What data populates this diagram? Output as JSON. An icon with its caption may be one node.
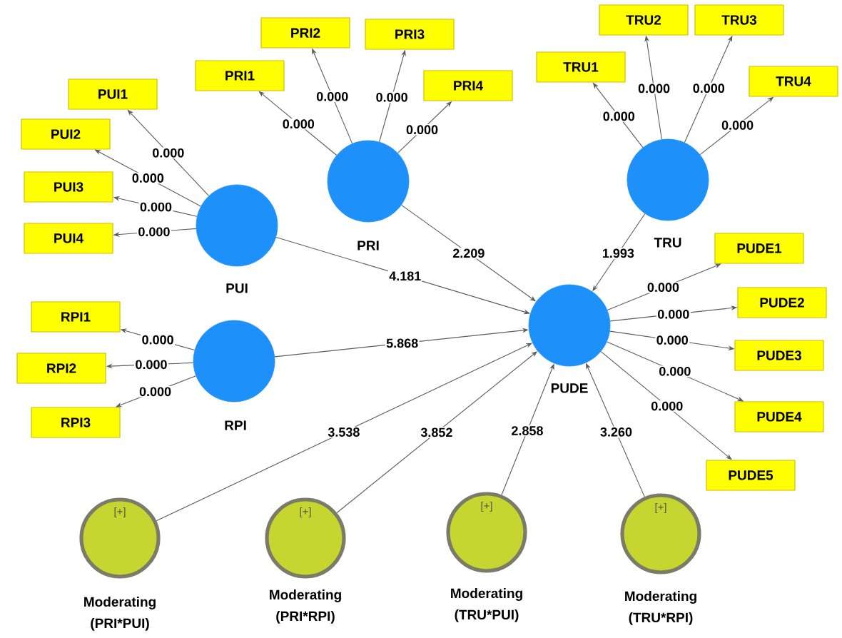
{
  "diagram": {
    "nodes": [
      {
        "text": [
          "PUI"
        ]
      },
      {
        "text": [
          "PUI1"
        ]
      },
      {
        "text": [
          "PUI2"
        ]
      },
      {
        "text": [
          "PUI3"
        ]
      },
      {
        "text": [
          "PUI4"
        ]
      },
      {
        "text": [
          "PRI"
        ]
      },
      {
        "text": [
          "PRI1"
        ]
      },
      {
        "text": [
          "PRI2"
        ]
      },
      {
        "text": [
          "PRI3"
        ]
      },
      {
        "text": [
          "PRI4"
        ]
      },
      {
        "text": [
          "TRU"
        ]
      },
      {
        "text": [
          "TRU1"
        ]
      },
      {
        "text": [
          "TRU2"
        ]
      },
      {
        "text": [
          "TRU3"
        ]
      },
      {
        "text": [
          "TRU4"
        ]
      },
      {
        "text": [
          "RPI"
        ]
      },
      {
        "text": [
          "RPI1"
        ]
      },
      {
        "text": [
          "RPI2"
        ]
      },
      {
        "text": [
          "RPI3"
        ]
      },
      {
        "text": [
          "PUDE"
        ]
      },
      {
        "text": [
          "PUDE1"
        ]
      },
      {
        "text": [
          "PUDE2"
        ]
      },
      {
        "text": [
          "PUDE3"
        ]
      },
      {
        "text": [
          "PUDE4"
        ]
      },
      {
        "text": [
          "PUDE5"
        ]
      },
      {
        "text": [
          "[+]",
          "Moderating (PRI*PUI)"
        ]
      },
      {
        "text": [
          "[+]",
          "Moderating (PRI*RPI)"
        ]
      },
      {
        "text": [
          "[+]",
          "Moderating (TRU*PUI)"
        ]
      },
      {
        "text": [
          "[+]",
          "Moderating (TRU*RPI)"
        ]
      }
    ],
    "edges": [
      {
        "from": 0,
        "to": 1,
        "arrow": "to",
        "label": "0.000"
      },
      {
        "from": 0,
        "to": 2,
        "arrow": "to",
        "label": "0.000"
      },
      {
        "from": 0,
        "to": 3,
        "arrow": "to",
        "label": "0.000"
      },
      {
        "from": 0,
        "to": 4,
        "arrow": "to",
        "label": "0.000"
      },
      {
        "from": 5,
        "to": 6,
        "arrow": "to",
        "label": "0.000"
      },
      {
        "from": 5,
        "to": 7,
        "arrow": "to",
        "label": "0.000"
      },
      {
        "from": 5,
        "to": 8,
        "arrow": "to",
        "label": "0.000"
      },
      {
        "from": 5,
        "to": 9,
        "arrow": "to",
        "label": "0.000"
      },
      {
        "from": 10,
        "to": 11,
        "arrow": "to",
        "label": "0.000"
      },
      {
        "from": 10,
        "to": 12,
        "arrow": "to",
        "label": "0.000"
      },
      {
        "from": 10,
        "to": 13,
        "arrow": "to",
        "label": "0.000"
      },
      {
        "from": 10,
        "to": 14,
        "arrow": "to",
        "label": "0.000"
      },
      {
        "from": 15,
        "to": 16,
        "arrow": "to",
        "label": "0.000"
      },
      {
        "from": 15,
        "to": 17,
        "arrow": "to",
        "label": "0.000"
      },
      {
        "from": 15,
        "to": 18,
        "arrow": "to",
        "label": "0.000"
      },
      {
        "from": 19,
        "to": 20,
        "arrow": "to",
        "label": "0.000"
      },
      {
        "from": 19,
        "to": 21,
        "arrow": "to",
        "label": "0.000"
      },
      {
        "from": 19,
        "to": 22,
        "arrow": "to",
        "label": "0.000"
      },
      {
        "from": 19,
        "to": 23,
        "arrow": "to",
        "label": "0.000"
      },
      {
        "from": 19,
        "to": 24,
        "arrow": "to",
        "label": "0.000"
      },
      {
        "from": 0,
        "to": 19,
        "arrow": "to",
        "label": "4.181"
      },
      {
        "from": 5,
        "to": 19,
        "arrow": "to",
        "label": "2.209"
      },
      {
        "from": 10,
        "to": 19,
        "arrow": "to",
        "label": "1.993"
      },
      {
        "from": 15,
        "to": 19,
        "arrow": "to",
        "label": "5.868"
      },
      {
        "from": 25,
        "to": 19,
        "arrow": "to",
        "label": "3.538"
      },
      {
        "from": 26,
        "to": 19,
        "arrow": "to",
        "label": "3.852"
      },
      {
        "from": 27,
        "to": 19,
        "arrow": "to",
        "label": "2.858"
      },
      {
        "from": 28,
        "to": 19,
        "arrow": "to",
        "label": "3.260"
      }
    ]
  }
}
